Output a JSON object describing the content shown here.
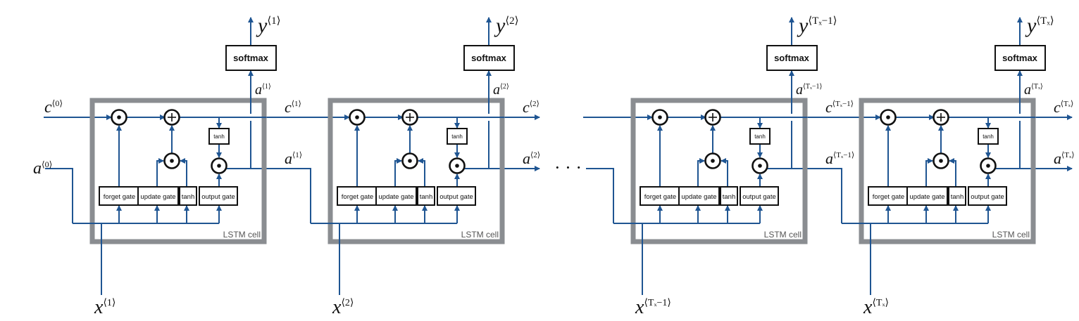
{
  "diagram": {
    "title": "LSTM network unrolled over time",
    "cell_label": "LSTM cell",
    "softmax_label": "softmax",
    "small_tanh_label": "tanh",
    "gates": [
      "forget gate",
      "update gate",
      "tanh",
      "output gate"
    ],
    "operators": {
      "multiply": "⊙",
      "add": "+"
    },
    "ellipsis": "· · ·",
    "initial_states": {
      "c": {
        "var": "c",
        "sup": "⟨0⟩"
      },
      "a": {
        "var": "a",
        "sup": "⟨0⟩"
      }
    },
    "cells": [
      {
        "x": {
          "var": "x",
          "sup": "⟨1⟩"
        },
        "y": {
          "var": "y",
          "sup": "⟨1⟩"
        },
        "a_up": {
          "var": "a",
          "sup": "⟨1⟩"
        },
        "c_out": {
          "var": "c",
          "sup": "⟨1⟩"
        },
        "a_out": {
          "var": "a",
          "sup": "⟨1⟩"
        }
      },
      {
        "x": {
          "var": "x",
          "sup": "⟨2⟩"
        },
        "y": {
          "var": "y",
          "sup": "⟨2⟩"
        },
        "a_up": {
          "var": "a",
          "sup": "⟨2⟩"
        },
        "c_out": {
          "var": "c",
          "sup": "⟨2⟩"
        },
        "a_out": {
          "var": "a",
          "sup": "⟨2⟩"
        }
      },
      {
        "x": {
          "var": "x",
          "sup": "⟨Tₓ−1⟩"
        },
        "y": {
          "var": "y",
          "sup": "⟨Tₓ−1⟩"
        },
        "a_up": {
          "var": "a",
          "sup": "⟨Tₓ−1⟩"
        },
        "c_out": {
          "var": "c",
          "sup": "⟨Tₓ−1⟩"
        },
        "a_out": {
          "var": "a",
          "sup": "⟨Tₓ−1⟩"
        }
      },
      {
        "x": {
          "var": "x",
          "sup": "⟨Tₓ⟩"
        },
        "y": {
          "var": "y",
          "sup": "⟨Tₓ⟩"
        },
        "a_up": {
          "var": "a",
          "sup": "⟨Tₓ⟩"
        },
        "c_out": {
          "var": "c",
          "sup": "⟨Tₓ⟩"
        },
        "a_out": {
          "var": "a",
          "sup": "⟨Tₓ⟩"
        }
      }
    ],
    "colors": {
      "wire": "#1f5592",
      "cell_border": "#8a8d91",
      "box_border": "#111111"
    }
  }
}
